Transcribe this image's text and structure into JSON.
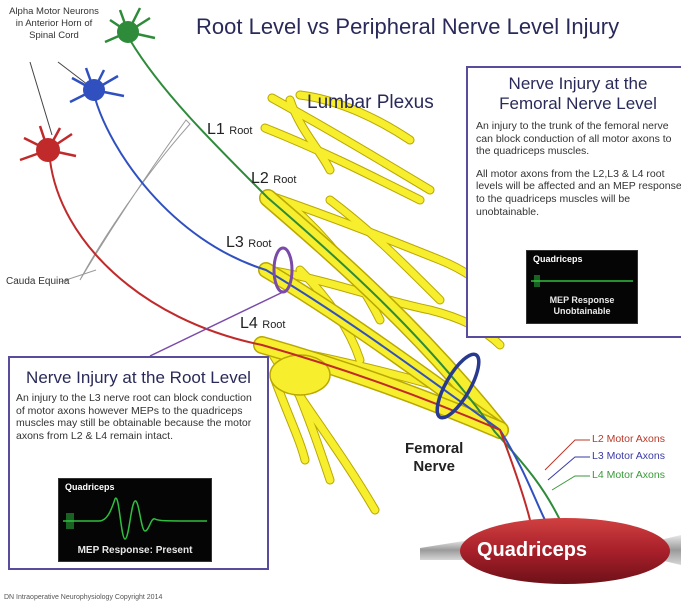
{
  "title": "Root Level vs Peripheral Nerve Level Injury",
  "plexus_label": "Lumbar Plexus",
  "alpha_label": "Alpha Motor Neurons in Anterior Horn of Spinal Cord",
  "cauda_label": "Cauda Equina",
  "roots": [
    {
      "name": "L1",
      "suffix": "Root"
    },
    {
      "name": "L2",
      "suffix": "Root"
    },
    {
      "name": "L3",
      "suffix": "Root"
    },
    {
      "name": "L4",
      "suffix": "Root"
    }
  ],
  "femoral_box": {
    "title_line1": "Nerve Injury at the",
    "title_line2": "Femoral Nerve Level",
    "para1": "An injury to the trunk of the femoral nerve can block conduction of all motor axons to the quadriceps muscles.",
    "para2": "All motor axons from the L2,L3 & L4 root levels will  be affected and an MEP response to the quadriceps muscles will be unobtainable.",
    "mep_label": "Quadriceps",
    "mep_response_line1": "MEP Response",
    "mep_response_line2": "Unobtainable"
  },
  "root_box": {
    "title": "Nerve Injury at the Root Level",
    "para": "An injury to the L3 nerve root can block conduction of motor axons however MEPs to the quadriceps muscles may still be obtainable because  the motor axons from L2 & L4 remain intact.",
    "mep_label": "Quadriceps",
    "mep_response": "MEP Response: Present"
  },
  "femoral_nerve_label_line1": "Femoral",
  "femoral_nerve_label_line2": "Nerve",
  "axon_labels": [
    {
      "text": "L2 Motor Axons",
      "color": "#b83a2a"
    },
    {
      "text": "L3 Motor Axons",
      "color": "#3a3aa8"
    },
    {
      "text": "L4 Motor Axons",
      "color": "#3a9a3a"
    }
  ],
  "muscle_label": "Quadriceps",
  "copyright": "DN Intraoperative Neurophysiology Copyright 2014",
  "colors": {
    "nerve_yellow": "#f7ee2e",
    "nerve_outline": "#b9a800",
    "neuron_green": "#2e8b3a",
    "neuron_blue": "#3050c0",
    "neuron_red": "#c02a2a",
    "lesion_purple": "#7a4aa8",
    "lesion_navy": "#283a90",
    "muscle_red": "#a8202a",
    "box_border": "#5a4c9c"
  }
}
